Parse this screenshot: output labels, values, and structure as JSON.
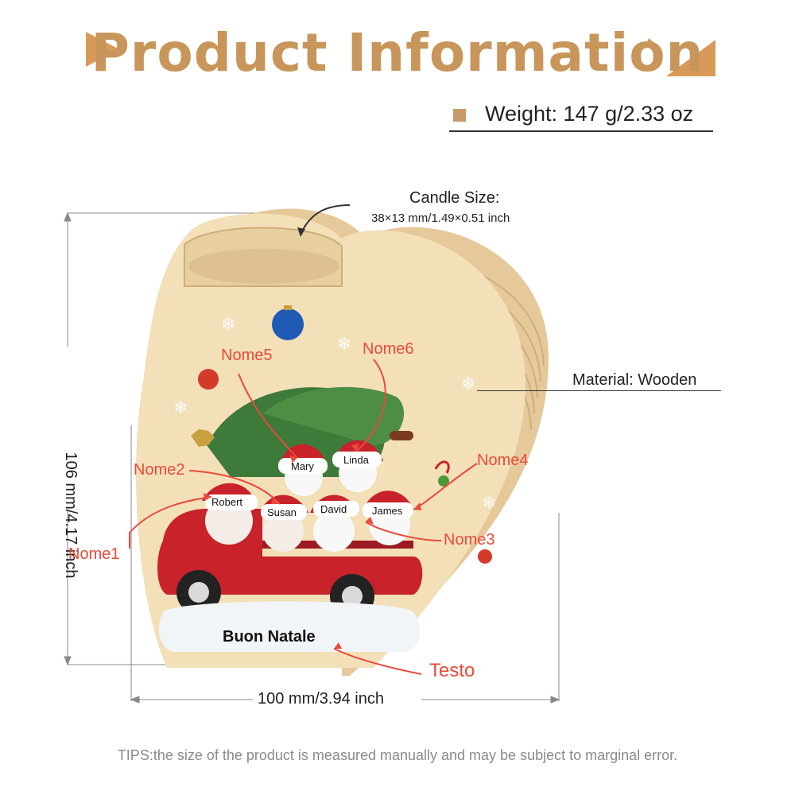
{
  "title": "Product Information",
  "weight": "Weight: 147 g/2.33 oz",
  "candle_size": {
    "label": "Candle Size:",
    "value": "38×13 mm/1.49×0.51 inch"
  },
  "material": "Material: Wooden",
  "height_dim": "106 mm/4.17 inch",
  "width_dim": "100 mm/3.94 inch",
  "callouts": {
    "nome1": "Nome1",
    "nome2": "Nome2",
    "nome3": "Nome3",
    "nome4": "Nome4",
    "nome5": "Nome5",
    "nome6": "Nome6",
    "testo": "Testo"
  },
  "figure_names": {
    "robert": "Robert",
    "susan": "Susan",
    "david": "David",
    "james": "James",
    "mary": "Mary",
    "linda": "Linda"
  },
  "ornament_text": "Buon Natale",
  "tips": "TIPS:the size of the product is measured manually and may be subject to marginal error.",
  "colors": {
    "title": "#c8955a",
    "accent": "#c89a69",
    "callout": "#e84b3c",
    "wood": "#f3dfb8",
    "truck": "#c8222b"
  }
}
